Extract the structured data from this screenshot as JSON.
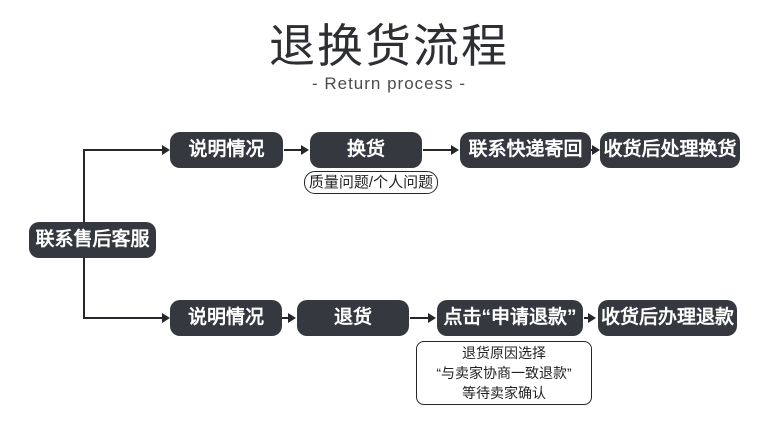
{
  "title": "退换货流程",
  "subtitle": "- Return process -",
  "colors": {
    "box_bg": "#35383f",
    "box_text": "#ffffff",
    "line": "#24262b",
    "page_bg": "#ffffff"
  },
  "start": {
    "label": "联系售后客服"
  },
  "flows": {
    "exchange": {
      "steps": [
        "说明情况",
        "换货",
        "联系快递寄回",
        "收货后处理换货"
      ],
      "note": "质量问题/个人问题"
    },
    "refund": {
      "steps": [
        "说明情况",
        "退货",
        "点击“申请退款”",
        "收货后办理退款"
      ],
      "note_lines": [
        "退货原因选择",
        "“与卖家协商一致退款”",
        "等待卖家确认"
      ]
    }
  }
}
